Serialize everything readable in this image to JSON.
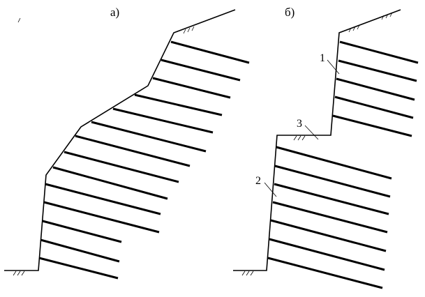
{
  "figure_a": {
    "label": "а)"
  },
  "figure_b": {
    "label": "б)",
    "callouts": [
      "1",
      "2",
      "3"
    ]
  },
  "colors": {
    "line": "#000000",
    "background": "#ffffff"
  }
}
